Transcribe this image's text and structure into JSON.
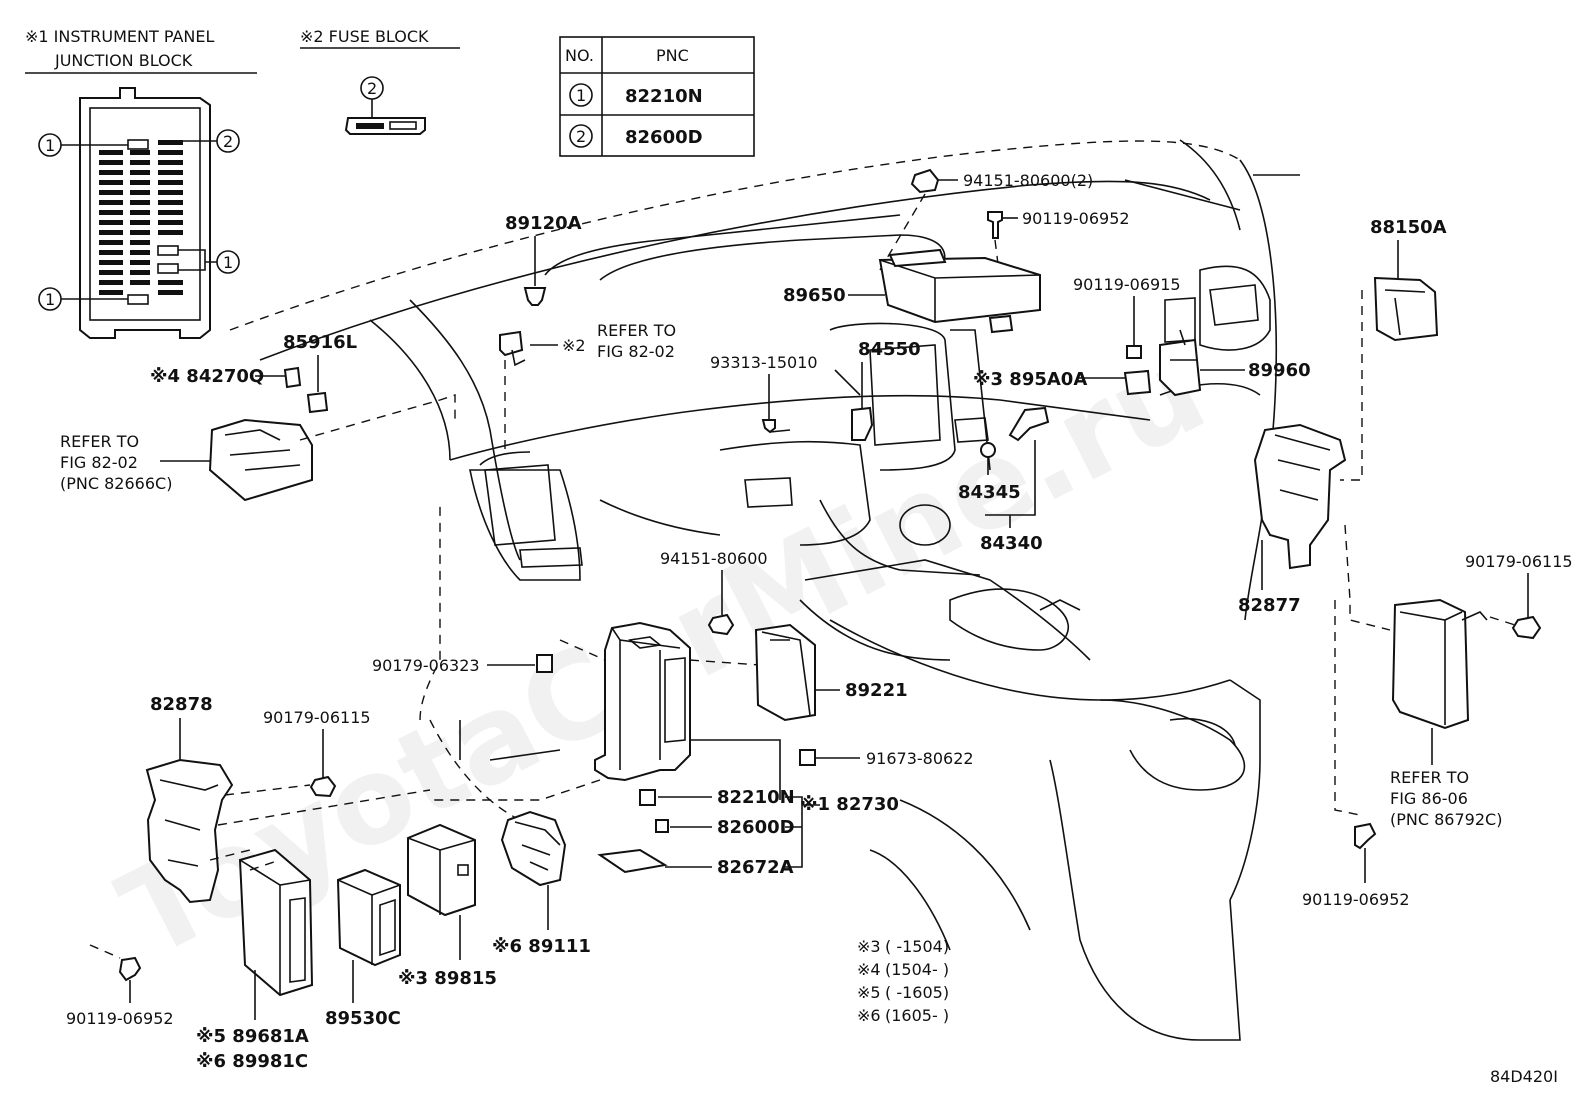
{
  "watermark": "ToyotaCarMine.ru",
  "notes": {
    "n1_title_line1": "※1 INSTRUMENT PANEL",
    "n1_title_line2": "JUNCTION BLOCK",
    "n2_title": "※2  FUSE BLOCK"
  },
  "table": {
    "col_no": "NO.",
    "col_pnc": "PNC",
    "rows": [
      {
        "no": "1",
        "pnc": "82210N"
      },
      {
        "no": "2",
        "pnc": "82600D"
      }
    ]
  },
  "callouts": {
    "c1": "1",
    "c2": "2"
  },
  "labels": {
    "p94151_80600_2": "94151-80600(2)",
    "p90119_06952_top": "90119-06952",
    "p89120A": "89120A",
    "p88150A": "88150A",
    "p89650": "89650",
    "p90119_06915": "90119-06915",
    "p85916L": "85916L",
    "p84270Q": "※4 84270Q",
    "refer1_l1": "REFER TO",
    "refer1_l2": "FIG 82-02",
    "refer1_l3": "(PNC 82666C)",
    "p_star2": "※2",
    "refer2_l1": "REFER TO",
    "refer2_l2": "FIG 82-02",
    "p93313_15010": "93313-15010",
    "p84550": "84550",
    "p895A0A": "※3 895A0A",
    "p89960": "89960",
    "p84345": "84345",
    "p84340": "84340",
    "p82877": "82877",
    "p94151_80600": "94151-80600",
    "p90179_06115_r": "90179-06115",
    "p90179_06323": "90179-06323",
    "p89221": "89221",
    "p82878": "82878",
    "p90179_06115_l": "90179-06115",
    "p91673_80622": "91673-80622",
    "p82210N": "82210N",
    "p82730": "※1 82730",
    "p82600D": "82600D",
    "p82672A": "82672A",
    "refer3_l1": "REFER TO",
    "refer3_l2": "FIG 86-06",
    "refer3_l3": "(PNC 86792C)",
    "p90119_06952_r": "90119-06952",
    "p89111": "※6 89111",
    "p89815": "※3 89815",
    "p90119_06952_l": "90119-06952",
    "p89681A": "※5 89681A",
    "p89981C": "※6 89981C",
    "p89530C": "89530C"
  },
  "legend": [
    {
      "mark": "※3",
      "range": "(      -1504)"
    },
    {
      "mark": "※4",
      "range": "(1504-      )"
    },
    {
      "mark": "※5",
      "range": "(      -1605)"
    },
    {
      "mark": "※6",
      "range": "(1605-      )"
    }
  ],
  "figure_code": "84D420I"
}
